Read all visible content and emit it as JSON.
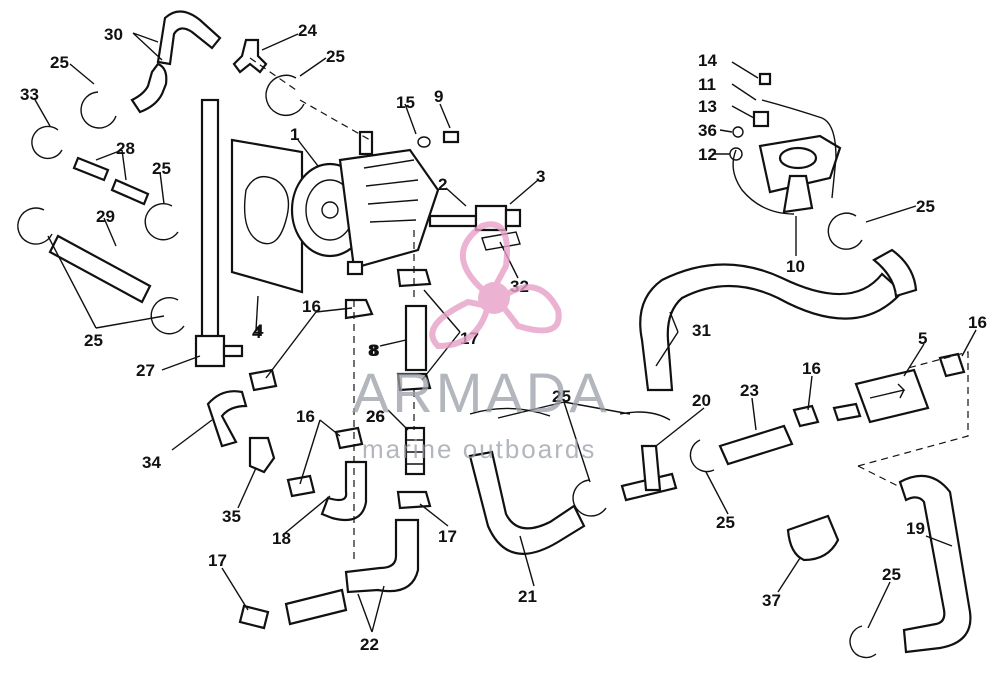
{
  "diagram": {
    "labels": [
      "1",
      "2",
      "3",
      "4",
      "5",
      "8",
      "9",
      "10",
      "11",
      "12",
      "13",
      "14",
      "15",
      "16",
      "17",
      "18",
      "19",
      "20",
      "21",
      "22",
      "23",
      "24",
      "25",
      "26",
      "27",
      "28",
      "29",
      "30",
      "31",
      "32",
      "33",
      "34",
      "35",
      "36",
      "37"
    ]
  },
  "watermark": {
    "brand": "ARMADA",
    "tagline": "marine outboards",
    "logo_color": "#e8a0c8"
  }
}
